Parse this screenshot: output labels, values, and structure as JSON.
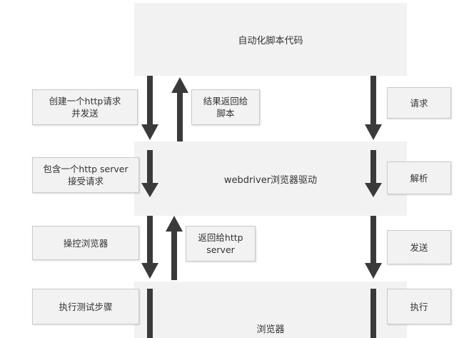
{
  "layers": {
    "script": "自动化脚本代码",
    "driver": "webdriver浏览器驱动",
    "browser": "浏览器"
  },
  "labels": {
    "create_request_line1": "创建一个http请求",
    "create_request_line2": "并发送",
    "return_to_script_line1": "结果返回给",
    "return_to_script_line2": "脚本",
    "request": "请求",
    "contains_server_line1": "包含一个http server",
    "contains_server_line2": "接受请求",
    "parse": "解析",
    "operate_browser": "操控浏览器",
    "return_to_http_line1": "返回给http",
    "return_to_http_line2": "server",
    "send": "发送",
    "execute_test_steps": "执行测试步骤",
    "execute": "执行"
  },
  "colors": {
    "box": "#f2f2f2",
    "arrow": "#3a3a3a"
  }
}
